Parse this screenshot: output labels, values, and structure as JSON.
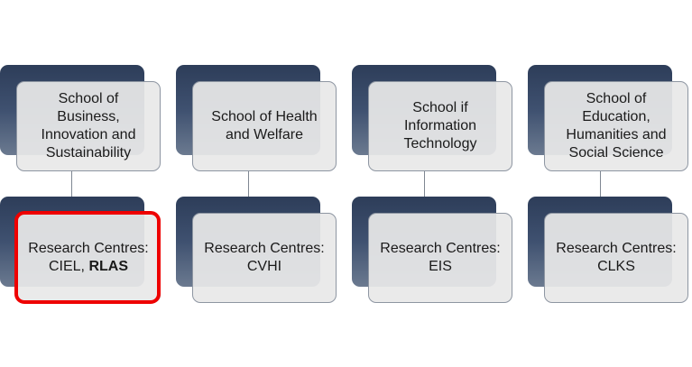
{
  "schools": [
    {
      "name": "School of Business, Innovation and Sustainability",
      "lines": [
        "School of",
        "Business,",
        "Innovation and",
        "Sustainability"
      ],
      "centres_heading": "Research Centres:",
      "centres": [
        "CIEL",
        "RLAS"
      ],
      "centres_separator": ", ",
      "highlighted": true
    },
    {
      "name": "School of Health and Welfare",
      "lines": [
        "School of Health",
        "and Welfare"
      ],
      "centres_heading": "Research Centres:",
      "centres": [
        "CVHI"
      ],
      "centres_separator": "",
      "highlighted": false
    },
    {
      "name": "School if Information Technology",
      "lines": [
        "School if",
        "Information",
        "Technology"
      ],
      "centres_heading": "Research Centres:",
      "centres": [
        "EIS"
      ],
      "centres_separator": "",
      "highlighted": false
    },
    {
      "name": "School of Education, Humanities and Social Science",
      "lines": [
        "School of",
        "Education,",
        "Humanities and",
        "Social Science"
      ],
      "centres_heading": "Research Centres:",
      "centres": [
        "CLKS"
      ],
      "centres_separator": "",
      "highlighted": false
    }
  ],
  "colors": {
    "highlight_border": "#ee0000",
    "backplate": "#3f5170",
    "card_fill": "#e8e8e8",
    "connector": "#7f8792"
  }
}
